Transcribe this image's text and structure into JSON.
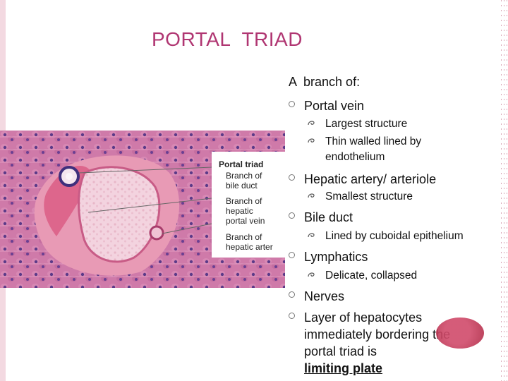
{
  "slide": {
    "title": "PORTAL  TRIAD",
    "intro": "A  branch of:",
    "items": [
      {
        "label": "Portal vein",
        "sub": [
          "Largest structure",
          "Thin walled lined by endothelium"
        ]
      },
      {
        "label": "Hepatic artery/ arteriole",
        "sub": [
          "Smallest structure"
        ]
      },
      {
        "label": "Bile duct",
        "sub": [
          "Lined by cuboidal epithelium"
        ]
      },
      {
        "label": "Lymphatics",
        "sub": [
          "Delicate, collapsed"
        ]
      },
      {
        "label": "Nerves",
        "sub": []
      },
      {
        "label": "Layer of hepatocytes immediately bordering the portal triad is",
        "emphasis": "limiting plate",
        "sub": []
      }
    ]
  },
  "figure": {
    "labels": {
      "heading": "Portal triad",
      "bile_duct": "Branch of\nbile duct",
      "portal_vein": "Branch of\nhepatic\nportal vein",
      "hepatic_artery": "Branch of\nhepatic arter"
    }
  },
  "colors": {
    "title": "#b03672",
    "tissue": "#c96a9c",
    "accent_marker": "#c0395a"
  }
}
